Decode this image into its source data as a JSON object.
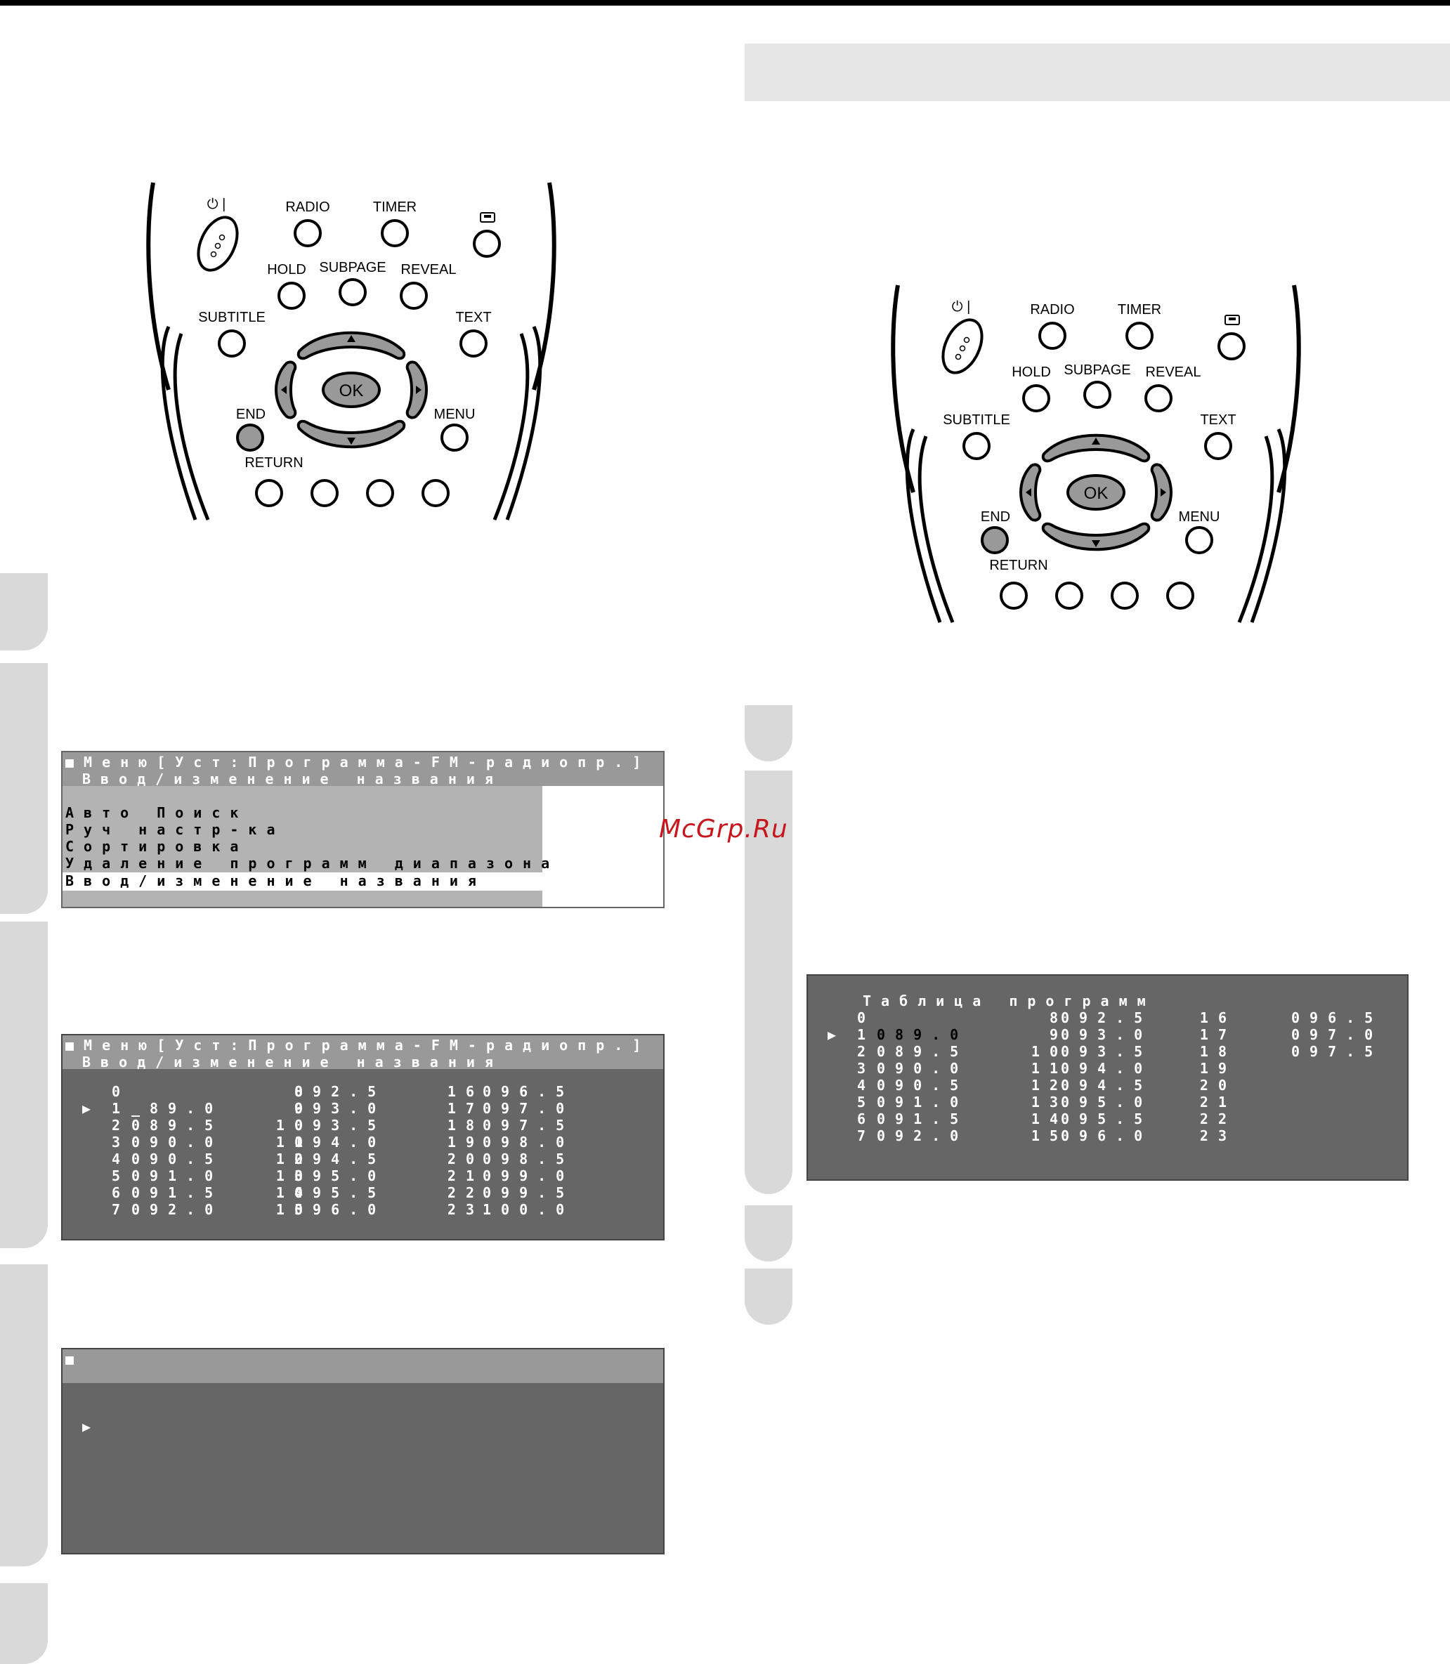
{
  "watermark": "McGrp.Ru",
  "remote": {
    "power_label": "⏻ |",
    "radio": "RADIO",
    "timer": "TIMER",
    "hold": "HOLD",
    "subpage": "SUBPAGE",
    "reveal": "REVEAL",
    "subtitle": "SUBTITLE",
    "text": "TEXT",
    "ok": "OK",
    "end": "END",
    "menu": "MENU",
    "return": "RETURN"
  },
  "menu_screen": {
    "title": "■Меню[Уст:Программа-FM-радиопр.]",
    "subtitle": "Ввод/изменение названия",
    "items": [
      "Авто Поиск",
      "Руч настр-ка",
      "Сортировка",
      "Удаление программ диапазона",
      "Ввод/изменение названия"
    ],
    "selected_index": 4
  },
  "edit_screen": {
    "title": "■Меню[Уст:Программа-FM-радиопр.]",
    "subtitle": "Ввод/изменение названия",
    "cursor": "▶",
    "col1": [
      [
        "0",
        ""
      ],
      [
        "1",
        "_89.0"
      ],
      [
        "2",
        "089.5"
      ],
      [
        "3",
        "090.0"
      ],
      [
        "4",
        "090.5"
      ],
      [
        "5",
        "091.0"
      ],
      [
        "6",
        "091.5"
      ],
      [
        "7",
        "092.0"
      ]
    ],
    "col2": [
      [
        "8",
        "092.5"
      ],
      [
        "9",
        "093.0"
      ],
      [
        "10",
        "093.5"
      ],
      [
        "11",
        "094.0"
      ],
      [
        "12",
        "094.5"
      ],
      [
        "13",
        "095.0"
      ],
      [
        "14",
        "095.5"
      ],
      [
        "15",
        "096.0"
      ]
    ],
    "col3": [
      [
        "16",
        "096.5"
      ],
      [
        "17",
        "097.0"
      ],
      [
        "18",
        "097.5"
      ],
      [
        "19",
        "098.0"
      ],
      [
        "20",
        "098.5"
      ],
      [
        "21",
        "099.0"
      ],
      [
        "22",
        "099.5"
      ],
      [
        "23",
        "100.0"
      ]
    ]
  },
  "blank_screen": {
    "marker": "■",
    "cursor": "▶"
  },
  "table_screen": {
    "title": "Таблица программ",
    "cursor": "▶",
    "col1": [
      [
        "0",
        ""
      ],
      [
        "1",
        "089.0"
      ],
      [
        "2",
        "089.5"
      ],
      [
        "3",
        "090.0"
      ],
      [
        "4",
        "090.5"
      ],
      [
        "5",
        "091.0"
      ],
      [
        "6",
        "091.5"
      ],
      [
        "7",
        "092.0"
      ]
    ],
    "col2": [
      [
        "8",
        "092.5"
      ],
      [
        "9",
        "093.0"
      ],
      [
        "10",
        "093.5"
      ],
      [
        "11",
        "094.0"
      ],
      [
        "12",
        "094.5"
      ],
      [
        "13",
        "095.0"
      ],
      [
        "14",
        "095.5"
      ],
      [
        "15",
        "096.0"
      ]
    ],
    "col3": [
      [
        "16",
        "096.5"
      ],
      [
        "17",
        "097.0"
      ],
      [
        "18",
        "097.5"
      ],
      [
        "19",
        ""
      ],
      [
        "20",
        ""
      ],
      [
        "21",
        ""
      ],
      [
        "22",
        ""
      ],
      [
        "23",
        ""
      ]
    ]
  }
}
